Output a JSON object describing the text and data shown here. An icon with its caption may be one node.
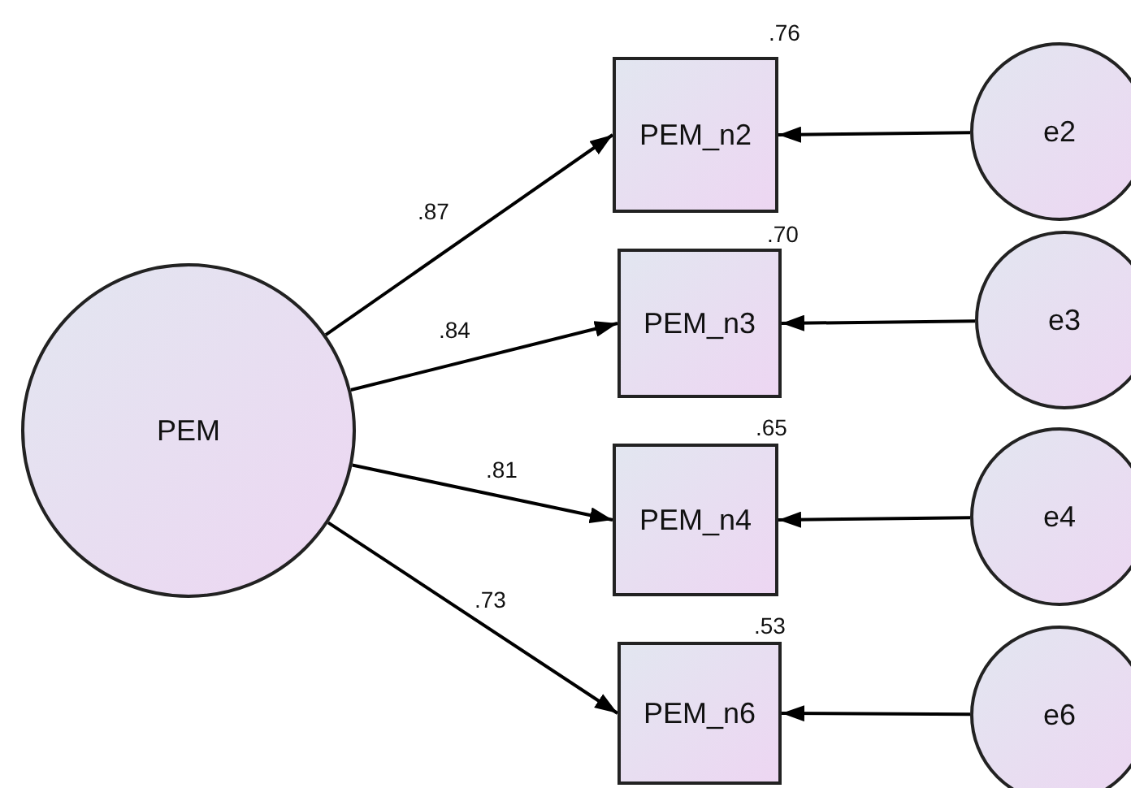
{
  "diagram": {
    "nodes": [
      {
        "text": [
          "PEM"
        ]
      },
      {
        "text": [
          "PEM_n2"
        ],
        "beside": [
          ".76"
        ]
      },
      {
        "text": [
          "PEM_n3"
        ],
        "beside": [
          ".70"
        ]
      },
      {
        "text": [
          "PEM_n4"
        ],
        "beside": [
          ".65"
        ]
      },
      {
        "text": [
          "PEM_n6"
        ],
        "beside": [
          ".53"
        ]
      },
      {
        "text": [
          "e2"
        ]
      },
      {
        "text": [
          "e3"
        ]
      },
      {
        "text": [
          "e4"
        ]
      },
      {
        "text": [
          "e6"
        ]
      }
    ],
    "edges": [
      {
        "from": 0,
        "to": 1,
        "arrow": "to",
        "label": ".87"
      },
      {
        "from": 0,
        "to": 2,
        "arrow": "to",
        "label": ".84"
      },
      {
        "from": 0,
        "to": 3,
        "arrow": "to",
        "label": ".81"
      },
      {
        "from": 0,
        "to": 4,
        "arrow": "to",
        "label": ".73"
      },
      {
        "from": 5,
        "to": 1,
        "arrow": "to"
      },
      {
        "from": 6,
        "to": 2,
        "arrow": "to"
      },
      {
        "from": 7,
        "to": 3,
        "arrow": "to"
      },
      {
        "from": 8,
        "to": 4,
        "arrow": "to"
      }
    ]
  }
}
